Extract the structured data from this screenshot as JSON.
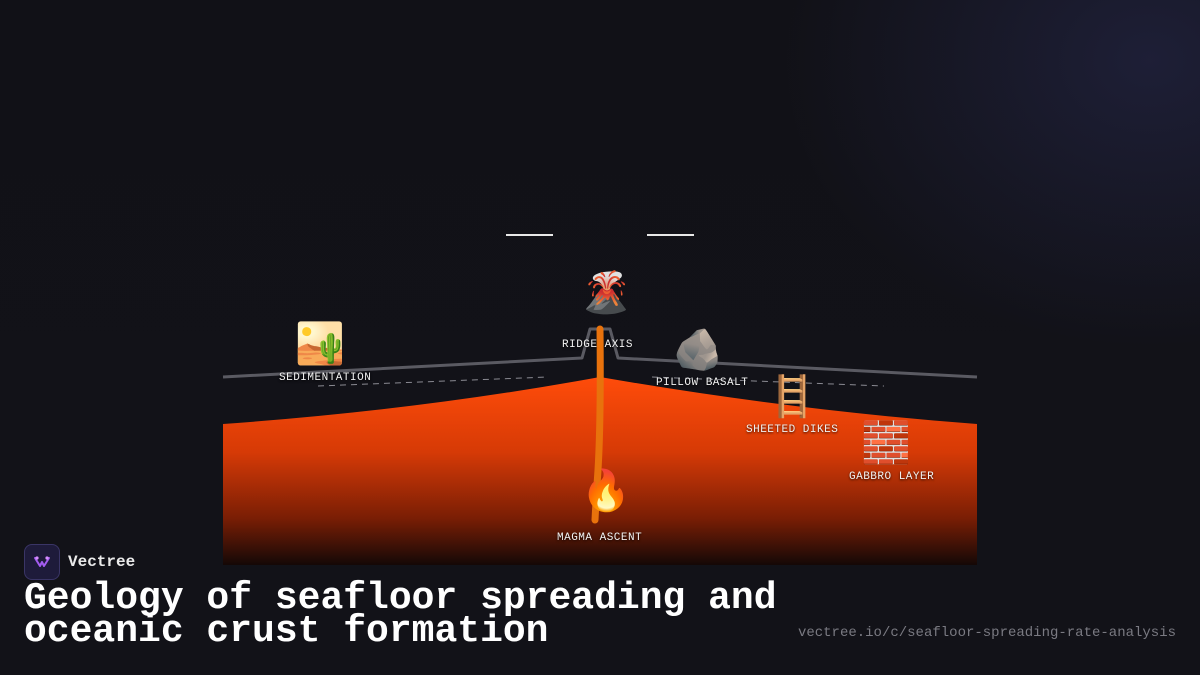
{
  "brand": {
    "name": "Vectree",
    "icon": "vectree-logo-icon"
  },
  "title": "Geology of seafloor spreading and oceanic crust formation",
  "url": "vectree.io/c/seafloor-spreading-rate-analysis",
  "labels": {
    "ridge_axis": "RIDGE AXIS",
    "sedimentation": "SEDIMENTATION",
    "pillow_basalt": "PILLOW BASALT",
    "sheeted_dikes": "SHEETED DIKES",
    "gabbro_layer": "GABBRO LAYER",
    "magma_ascent": "MAGMA ASCENT"
  },
  "icons": {
    "volcano": "🌋",
    "desert": "🏜️",
    "rock": "🪨",
    "ladder": "🪜",
    "brick": "🧱",
    "fire": "🔥"
  },
  "colors": {
    "background": "#121218",
    "magma_top": "#ff4a0a",
    "magma_bottom": "#1a0805",
    "conduit": "#e8720c"
  }
}
